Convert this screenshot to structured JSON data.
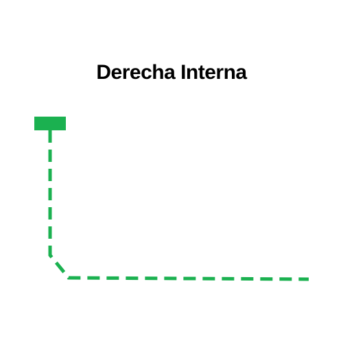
{
  "title": "Derecha Interna",
  "colors": {
    "background": "#ffffff",
    "title": "#000000",
    "route": "#1bb150"
  },
  "route": {
    "style": "dashed",
    "start_marker": "rectangle",
    "turns": [
      "down",
      "diagonal-right",
      "right"
    ]
  }
}
